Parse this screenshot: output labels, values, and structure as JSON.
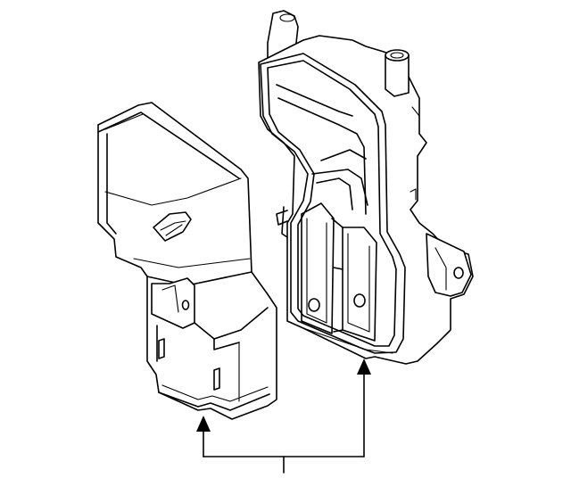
{
  "diagram": {
    "parts": [
      "cover",
      "housing"
    ],
    "callout": {
      "targets": 2
    }
  }
}
